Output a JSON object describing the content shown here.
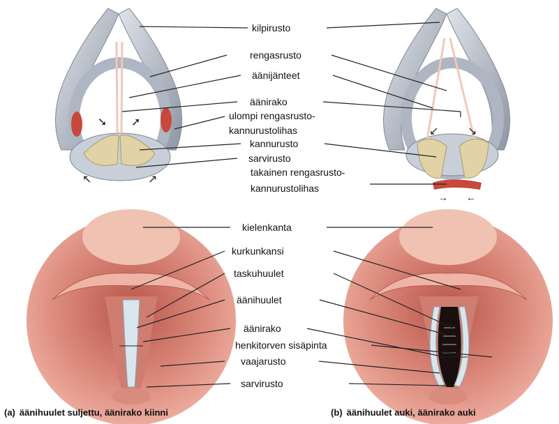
{
  "labels": {
    "kilpirusto": "kilpirusto",
    "rengasrusto": "rengasrusto",
    "aanijanteet": "äänijänteet",
    "aanirako_top": "äänirako",
    "ulompi_1": "ulompi rengasrusto-",
    "ulompi_2": "kannurustolihas",
    "kannurusto": "kannurusto",
    "sarvirusto_top": "sarvirusto",
    "takainen_1": "takainen rengasrusto-",
    "takainen_2": "kannurustolihas",
    "kielenkanta": "kielenkanta",
    "kurkunkansi": "kurkunkansi",
    "taskuhuulet": "taskuhuulet",
    "aanihuulet": "äänihuulet",
    "aanirako_bottom": "äänirako",
    "henkitorven": "henkitorven sisäpinta",
    "vaajarusto": "vaajarusto",
    "sarvirusto_bottom": "sarvirusto"
  },
  "captions": {
    "a_letter": "(a)",
    "a_text": "äänihuulet suljettu, äänirako kiinni",
    "b_letter": "(b)",
    "b_text": "äänihuulet auki, äänirako auki"
  },
  "colors": {
    "cartilage": "#b9c0cc",
    "cartilage_edge": "#7f8795",
    "arytenoid": "#e2d3a6",
    "ligament": "#f2c8b6",
    "muscle": "#c6493b",
    "throat": "#e3988a",
    "throat_dark": "#b35e52",
    "vocal_fold": "#d9e6ee",
    "leader": "#222222"
  }
}
